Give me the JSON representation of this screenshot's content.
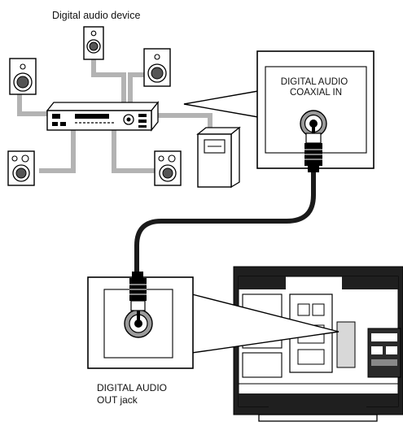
{
  "labels": {
    "device_title": "Digital audio device",
    "coaxial_in_line1": "DIGITAL AUDIO",
    "coaxial_in_line2": "COAXIAL IN",
    "out_jack_line1": "DIGITAL AUDIO",
    "out_jack_line2": "OUT jack"
  },
  "colors": {
    "line": "#000000",
    "wire": "#b3b3b3",
    "cable": "#1a1a1a",
    "panel_fill": "#ffffff",
    "jack_grey": "#9a9a9a",
    "tv_dark": "#1f1f1f"
  },
  "icons": {
    "speaker": "speaker-icon",
    "receiver": "av-receiver-icon",
    "subwoofer": "subwoofer-icon",
    "coax_jack": "coaxial-jack-icon",
    "rca_plug": "rca-plug-icon",
    "tv_rear": "tv-rear-panel-icon"
  }
}
